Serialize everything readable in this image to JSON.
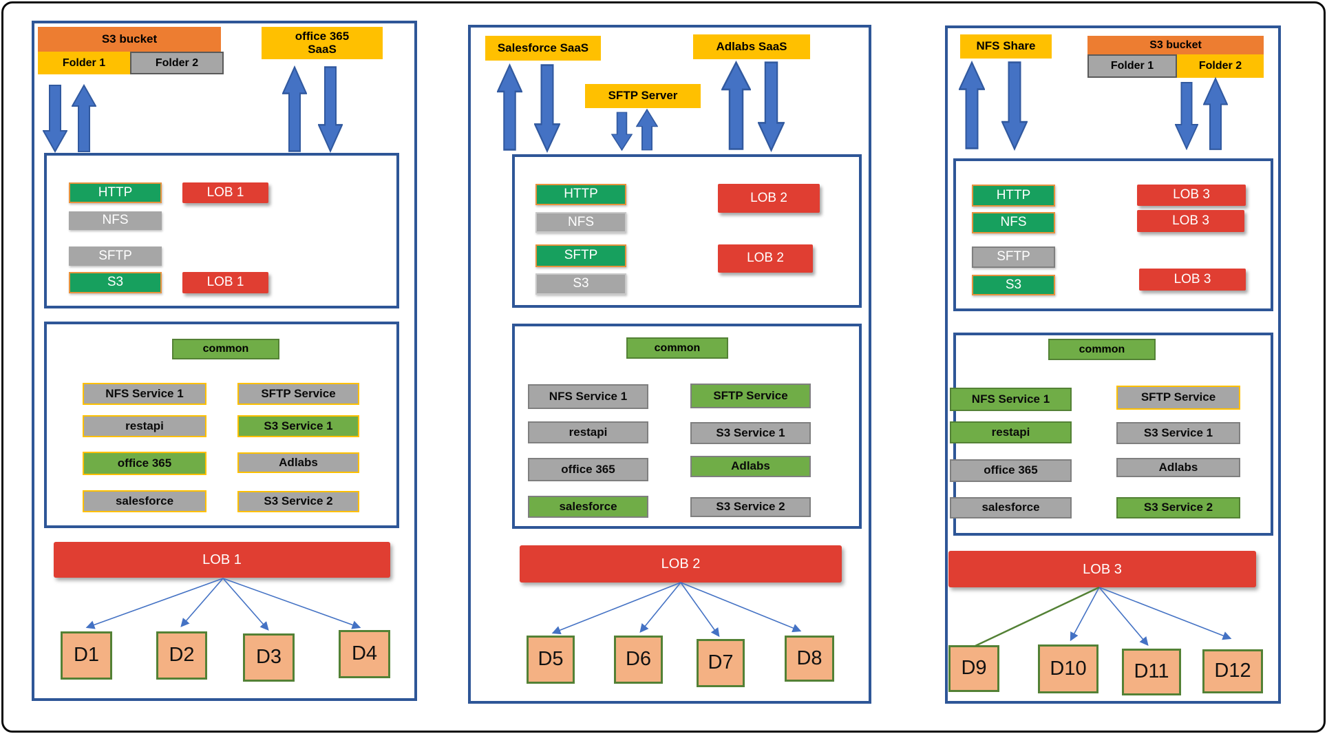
{
  "colors": {
    "panel_border": "#2E5697",
    "arrow_fill": "#4472C4",
    "orange": "#ED7D31",
    "yellow": "#FFC000",
    "gray": "#A6A6A6",
    "green_protocol": "#17A05E",
    "green_service": "#70AD47",
    "red_lob": "#E03E32",
    "destination_fill": "#F4B183",
    "destination_border": "#538135",
    "gold_border": "#FFC000"
  },
  "p1": {
    "s3_bucket": "S3 bucket",
    "folder_1": "Folder 1",
    "folder_2": "Folder 2",
    "office365_line1": "office 365",
    "office365_line2": "SaaS",
    "protocols": {
      "http": "HTTP",
      "nfs": "NFS",
      "sftp": "SFTP",
      "s3": "S3"
    },
    "lob_tags": [
      "LOB 1",
      "LOB 1"
    ],
    "common": "common",
    "services": {
      "nfs_service": "NFS Service 1",
      "sftp_service": "SFTP Service",
      "restapi": "restapi",
      "s3_service_1": "S3 Service 1",
      "office_365": "office 365",
      "adlabs": "Adlabs",
      "salesforce": "salesforce",
      "s3_service_2": "S3 Service 2"
    },
    "lob_bar": "LOB 1",
    "destinations": [
      "D1",
      "D2",
      "D3",
      "D4"
    ]
  },
  "p2": {
    "salesforce_saas": "Salesforce SaaS",
    "sftp_server": "SFTP Server",
    "adlabs_saas": "Adlabs SaaS",
    "protocols": {
      "http": "HTTP",
      "nfs": "NFS",
      "sftp": "SFTP",
      "s3": "S3"
    },
    "lob_tags": [
      "LOB 2",
      "LOB 2"
    ],
    "common": "common",
    "services": {
      "nfs_service": "NFS Service 1",
      "sftp_service": "SFTP Service",
      "restapi": "restapi",
      "s3_service_1": "S3 Service 1",
      "office_365": "office 365",
      "adlabs": "Adlabs",
      "salesforce": "salesforce",
      "s3_service_2": "S3 Service 2"
    },
    "lob_bar": "LOB 2",
    "destinations": [
      "D5",
      "D6",
      "D7",
      "D8"
    ]
  },
  "p3": {
    "nfs_share": "NFS Share",
    "s3_bucket": "S3 bucket",
    "folder_1": "Folder 1",
    "folder_2": "Folder 2",
    "protocols": {
      "http": "HTTP",
      "nfs": "NFS",
      "sftp": "SFTP",
      "s3": "S3"
    },
    "lob_tags": [
      "LOB 3",
      "LOB 3",
      "LOB 3"
    ],
    "common": "common",
    "services": {
      "nfs_service": "NFS Service 1",
      "sftp_service": "SFTP Service",
      "restapi": "restapi",
      "s3_service_1": "S3 Service 1",
      "office_365": "office 365",
      "adlabs": "Adlabs",
      "salesforce": "salesforce",
      "s3_service_2": "S3 Service 2"
    },
    "lob_bar": "LOB 3",
    "destinations": [
      "D9",
      "D10",
      "D11",
      "D12"
    ]
  }
}
